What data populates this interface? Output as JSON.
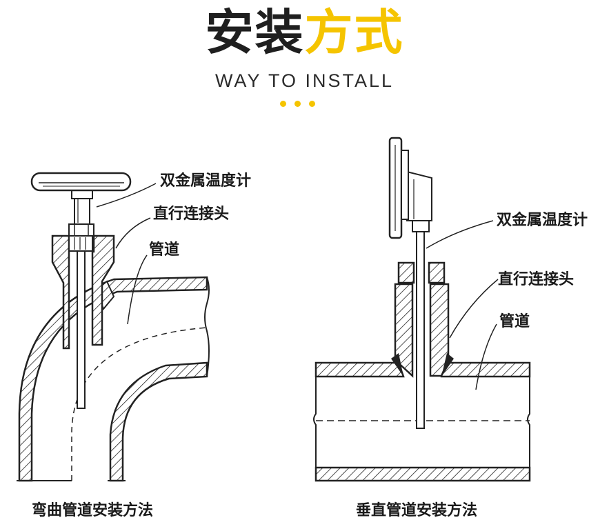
{
  "header": {
    "title_part1": "安装",
    "title_part2": "方式",
    "subtitle": "WAY TO INSTALL",
    "accent_color": "#f5c400"
  },
  "left_diagram": {
    "labels": {
      "thermometer": "双金属温度计",
      "connector": "直行连接头",
      "pipe": "管道"
    },
    "caption": "弯曲管道安装方法"
  },
  "right_diagram": {
    "labels": {
      "thermometer": "双金属温度计",
      "connector": "直行连接头",
      "pipe": "管道"
    },
    "caption": "垂直管道安装方法"
  }
}
